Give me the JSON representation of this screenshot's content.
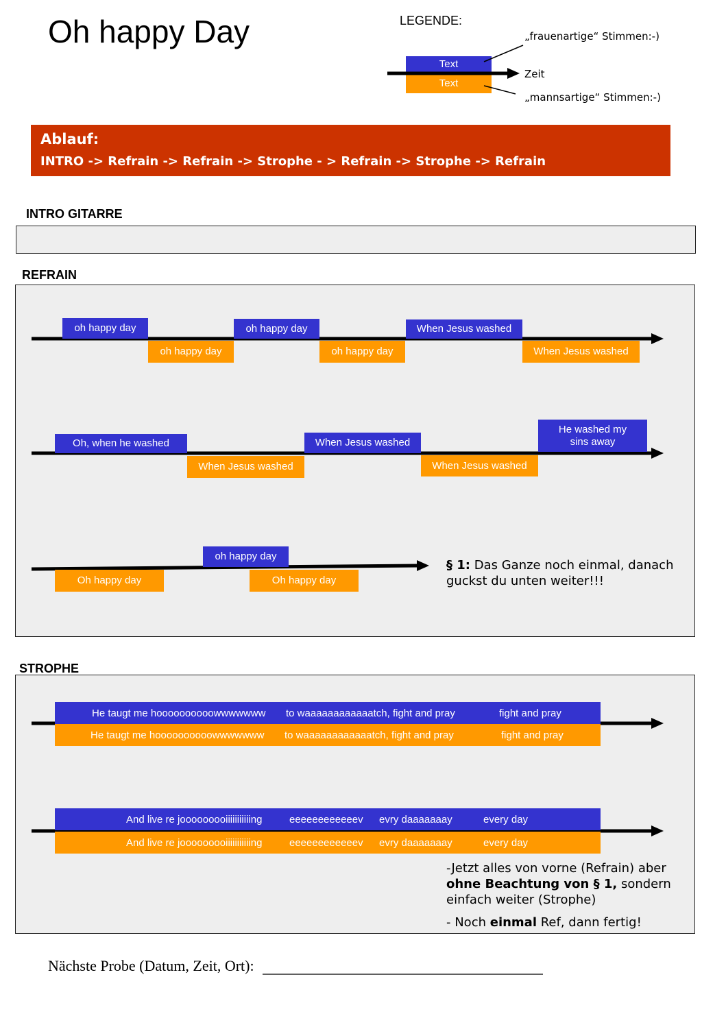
{
  "title": "Oh happy Day",
  "legend": {
    "heading": "LEGENDE:",
    "female_note": "„frauenartige“ Stimmen:-)",
    "male_note": "„mannsartige“ Stimmen:-)",
    "time_label": "Zeit",
    "sample_blue": "Text",
    "sample_orange": "Text"
  },
  "ablauf": {
    "heading": "Ablauf:",
    "sequence": "INTRO  -> Refrain -> Refrain -> Strophe - > Refrain -> Strophe -> Refrain"
  },
  "intro": {
    "label": "INTRO GITARRE"
  },
  "refrain": {
    "label": "REFRAIN",
    "row1": [
      "oh happy day",
      "oh happy day",
      "oh happy day",
      "oh happy day",
      "When Jesus washed",
      "When Jesus washed"
    ],
    "row2": [
      "Oh, when he washed",
      "When Jesus washed",
      "When Jesus washed",
      "When Jesus washed",
      "He washed my sins away"
    ],
    "row3": [
      "oh happy day",
      "Oh happy day",
      "Oh happy day"
    ],
    "note_bold": "§ 1:",
    "note_text": " Das Ganze noch einmal, danach guckst du unten weiter!!!"
  },
  "strophe": {
    "label": "STROPHE",
    "line1": [
      "He taugt me hoooooooooowwwwwww",
      "to  waaaaaaaaaaaatch, fight and pray",
      "fight and pray"
    ],
    "line2": [
      "And live re jooooooooiiiiiiiiiiing",
      "eeeeeeeeeeeev",
      "evry daaaaaaay",
      "every day"
    ],
    "note1_a": "-Jetzt alles von vorne (Refrain) aber ",
    "note1_b": "ohne Beachtung von § 1,",
    "note1_c": " sondern einfach weiter (Strophe)",
    "note2_a": "- Noch ",
    "note2_b": "einmal",
    "note2_c": " Ref, dann fertig!"
  },
  "footer": "Nächste Probe (Datum, Zeit, Ort):",
  "colors": {
    "female": "#3433cf",
    "male": "#ff9900",
    "ablauf_bg": "#cc3300",
    "panel_bg": "#eeeeee"
  }
}
